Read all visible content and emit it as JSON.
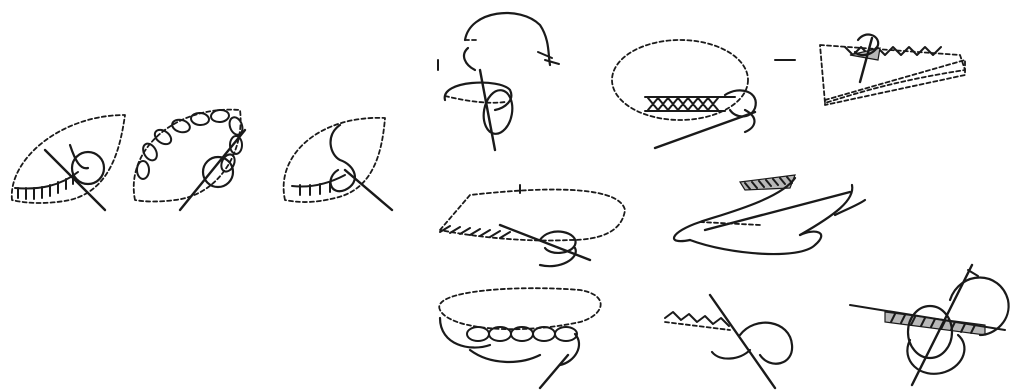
{
  "figure": {
    "panels": [
      {
        "id": "blanket-stitch-leaf",
        "icon": "blanket-stitch-icon"
      },
      {
        "id": "chain-stitch-leaf",
        "icon": "chain-stitch-icon"
      },
      {
        "id": "loop-stitch-leaf",
        "icon": "loop-stitch-icon"
      },
      {
        "id": "looped-thread-hook",
        "icon": "thread-loop-icon"
      },
      {
        "id": "oval-cross-stitch",
        "icon": "cross-stitch-icon"
      },
      {
        "id": "zigzag-edge-strip",
        "icon": "zigzag-stitch-icon"
      },
      {
        "id": "wedge-stem-stitch",
        "icon": "stem-stitch-icon"
      },
      {
        "id": "satin-wave-stitch",
        "icon": "satin-stitch-icon"
      },
      {
        "id": "oval-chain-stitch",
        "icon": "chain-stitch-icon"
      },
      {
        "id": "zigzag-needle-stitch",
        "icon": "zigzag-needle-icon"
      },
      {
        "id": "wrapped-cord-stitch",
        "icon": "couching-stitch-icon"
      }
    ]
  }
}
